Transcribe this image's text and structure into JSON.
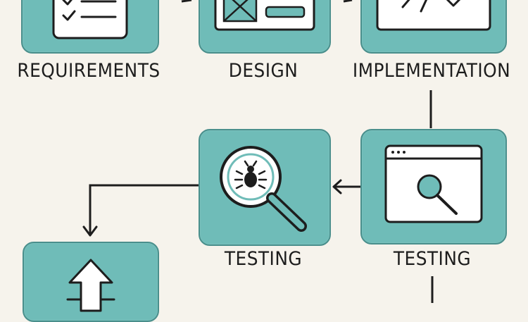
{
  "steps": [
    {
      "label": "REQUIREMENTS",
      "icon": "checklist-icon"
    },
    {
      "label": "DESIGN",
      "icon": "wireframe-icon"
    },
    {
      "label": "IMPLEMENTATION",
      "icon": "code-icon"
    },
    {
      "label": "TESTING",
      "icon": "bug-magnifier-icon"
    },
    {
      "label": "TESTING",
      "icon": "browser-search-icon"
    },
    {
      "label": "",
      "icon": "deploy-arrow-icon"
    }
  ],
  "colors": {
    "background": "#f6f3ec",
    "tile": "#6fbcb8",
    "tile_border": "#4a8f8c",
    "ink": "#1d1d1d",
    "card": "#ffffff"
  }
}
